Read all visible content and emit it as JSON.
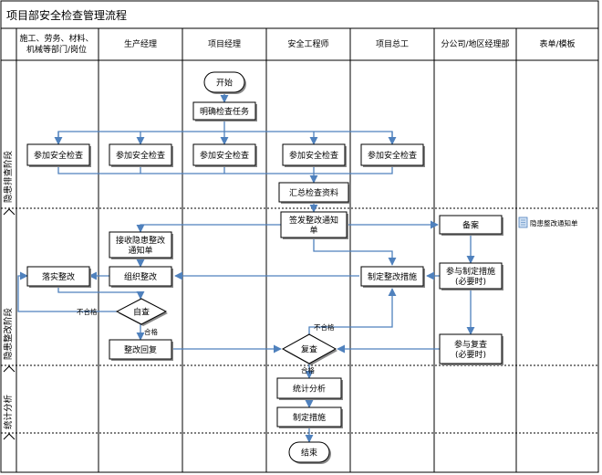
{
  "title": "项目部安全检查管理流程",
  "lanes": [
    {
      "id": "l0",
      "lines": [
        "施工、劳务、材料、",
        "机械等部门/岗位"
      ]
    },
    {
      "id": "l1",
      "lines": [
        "生产经理"
      ]
    },
    {
      "id": "l2",
      "lines": [
        "项目经理"
      ]
    },
    {
      "id": "l3",
      "lines": [
        "安全工程师"
      ]
    },
    {
      "id": "l4",
      "lines": [
        "项目总工"
      ]
    },
    {
      "id": "l5",
      "lines": [
        "分公司/地区经理部"
      ]
    },
    {
      "id": "l6",
      "lines": [
        "表单/模板"
      ]
    }
  ],
  "phases": [
    {
      "id": "p1",
      "label": "隐患排查阶段"
    },
    {
      "id": "p2",
      "label": "隐患整改阶段"
    },
    {
      "id": "p3",
      "label": "统计分析"
    }
  ],
  "nodes": {
    "start": {
      "shape": "terminal",
      "lines": [
        "开始"
      ]
    },
    "task": {
      "shape": "box",
      "lines": [
        "明确检查任务"
      ]
    },
    "join0": {
      "shape": "box",
      "lines": [
        "参加安全检查"
      ]
    },
    "join1": {
      "shape": "box",
      "lines": [
        "参加安全检查"
      ]
    },
    "join2": {
      "shape": "box",
      "lines": [
        "参加安全检查"
      ]
    },
    "join3": {
      "shape": "box",
      "lines": [
        "参加安全检查"
      ]
    },
    "join4": {
      "shape": "box",
      "lines": [
        "参加安全检查"
      ]
    },
    "summary": {
      "shape": "box",
      "lines": [
        "汇总检查资料"
      ]
    },
    "notice": {
      "shape": "box",
      "lines": [
        "签发整改通知",
        "单"
      ]
    },
    "receive": {
      "shape": "box",
      "lines": [
        "接收隐患整改",
        "通知单"
      ]
    },
    "record": {
      "shape": "box",
      "lines": [
        "备案"
      ]
    },
    "organize": {
      "shape": "box",
      "lines": [
        "组织整改"
      ]
    },
    "implement": {
      "shape": "box",
      "lines": [
        "落实整改"
      ]
    },
    "measure": {
      "shape": "box",
      "lines": [
        "制定整改措施"
      ]
    },
    "participate": {
      "shape": "box",
      "lines": [
        "参与制定措施",
        "(必要时)"
      ]
    },
    "selfcheck": {
      "shape": "diamond",
      "lines": [
        "自查"
      ]
    },
    "reply": {
      "shape": "box",
      "lines": [
        "整改回复"
      ]
    },
    "recheck": {
      "shape": "diamond",
      "lines": [
        "复查"
      ]
    },
    "prerecheck": {
      "shape": "box",
      "lines": [
        "参与复查",
        "(必要时)"
      ]
    },
    "stats": {
      "shape": "box",
      "lines": [
        "统计分析"
      ]
    },
    "measures": {
      "shape": "box",
      "lines": [
        "制定措施"
      ]
    },
    "end": {
      "shape": "terminal",
      "lines": [
        "结束"
      ]
    }
  },
  "edge_labels": {
    "fail_self": "不合格",
    "pass_self": "合格",
    "fail_recheck": "不合格",
    "pass_recheck": "合格"
  },
  "form": {
    "label": "隐患整改通知单",
    "icon": "document-icon"
  },
  "colors": {
    "edge": "#4f81bd",
    "border": "#000000",
    "shadow": "#888888"
  }
}
